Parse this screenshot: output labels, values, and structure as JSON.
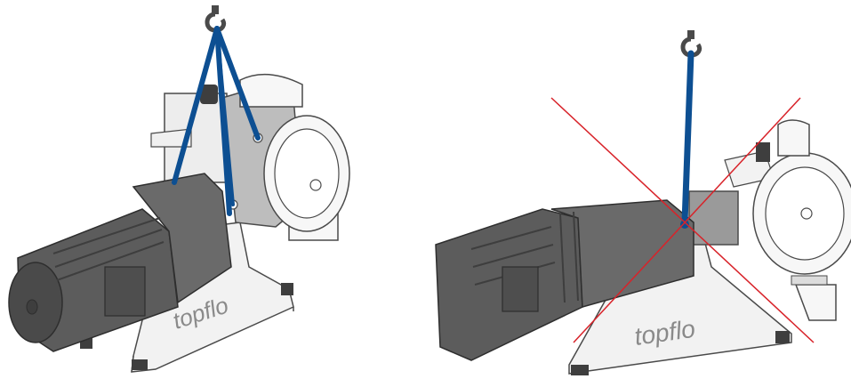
{
  "diagram": {
    "panels": [
      {
        "id": "correct-lifting",
        "brand_text": "topflo",
        "sling_count": 4,
        "crossed_out": false
      },
      {
        "id": "incorrect-lifting",
        "brand_text": "topflo",
        "sling_count": 1,
        "crossed_out": true
      }
    ],
    "colors": {
      "sling": "#0d4f92",
      "cross": "#d8232a",
      "motor": "#5c5c5c",
      "motor_dark": "#3e3e3e",
      "frame": "#f2f2f2",
      "outline": "#4a4a4a",
      "pump": "#f7f7f7"
    },
    "icons": [
      "crane-hook-icon",
      "lifting-sling",
      "electric-motor",
      "pump-housing",
      "stand-frame",
      "cross-out-mark"
    ]
  }
}
